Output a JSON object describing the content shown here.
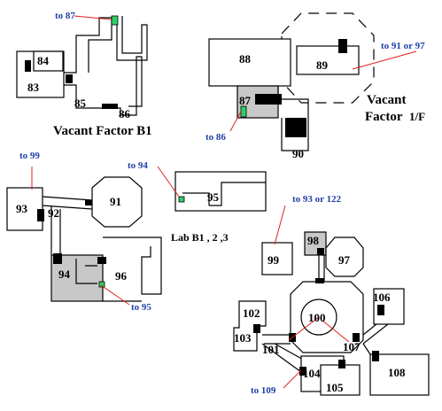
{
  "colors": {
    "link_label": "#1f3fa8",
    "pointer_line": "#e02020",
    "special_door": "#33cc66",
    "shaded_area": "#c8c8c8"
  },
  "areas": {
    "vacant_factor_b1": "Vacant Factor B1",
    "vacant_factor_1f_line1": "Vacant",
    "vacant_factor_1f_line2": "Factor",
    "vacant_factor_1f_floor": "1/F",
    "lab": "Lab B1 , 2 ,3"
  },
  "rooms": {
    "r83": "83",
    "r84": "84",
    "r85": "85",
    "r86": "86",
    "r87": "87",
    "r88": "88",
    "r89": "89",
    "r90": "90",
    "r91": "91",
    "r92": "92",
    "r93": "93",
    "r94": "94",
    "r95": "95",
    "r96": "96",
    "r97": "97",
    "r98": "98",
    "r99": "99",
    "r100": "100",
    "r101": "101",
    "r102": "102",
    "r103": "103",
    "r104": "104",
    "r105": "105",
    "r106": "106",
    "r107": "107",
    "r108": "108"
  },
  "links": {
    "to87": "to 87",
    "to86": "to 86",
    "to91or97": "to 91 or 97",
    "to99": "to 99",
    "to94": "to 94",
    "to95": "to 95",
    "to93or122": "to 93 or 122",
    "to109": "to 109"
  }
}
